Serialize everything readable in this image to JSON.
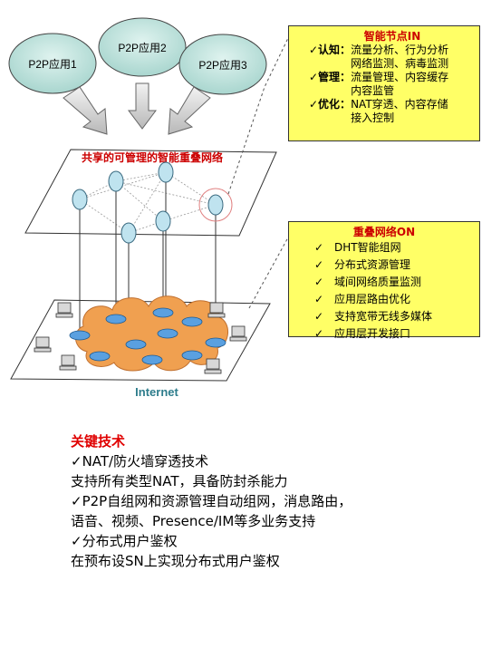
{
  "apps": [
    "P2P应用1",
    "P2P应用2",
    "P2P应用3"
  ],
  "overlay_plane_label": "共享的可管理的智能重叠网络",
  "internet_label": "Internet",
  "intelligent_node": {
    "title": "智能节点IN",
    "items": [
      {
        "key": "✓认知：",
        "value": "流量分析、行为分析\n网络监测、病毒监测"
      },
      {
        "key": "✓管理：",
        "value": "流量管理、内容缓存\n内容监管"
      },
      {
        "key": "✓优化：",
        "value": "NAT穿透、内容存储\n接入控制"
      }
    ]
  },
  "overlay_network": {
    "title": "重叠网络ON",
    "check": "✓",
    "items": [
      "DHT智能组网",
      "分布式资源管理",
      "域间网络质量监测",
      "应用层路由优化",
      "支持宽带无线多媒体",
      "应用层开发接口"
    ]
  },
  "key_tech": {
    "title": "关键技术",
    "lines": [
      "✓NAT/防火墙穿透技术",
      "支持所有类型NAT，具备防封杀能力",
      "✓P2P自组网和资源管理自动组网，消息路由，",
      "语音、视频、Presence/IM等多业务支持",
      "✓分布式用户鉴权",
      "在预布设SN上实现分布式用户鉴权"
    ]
  },
  "colors": {
    "panel_fill": "#ffff66",
    "red_text": "#cc0000",
    "app_fill": "#bfe3dd",
    "cloud_fill": "#f0a050",
    "router_fill": "#5aa0e0",
    "internet_text": "#2e7d8c"
  }
}
